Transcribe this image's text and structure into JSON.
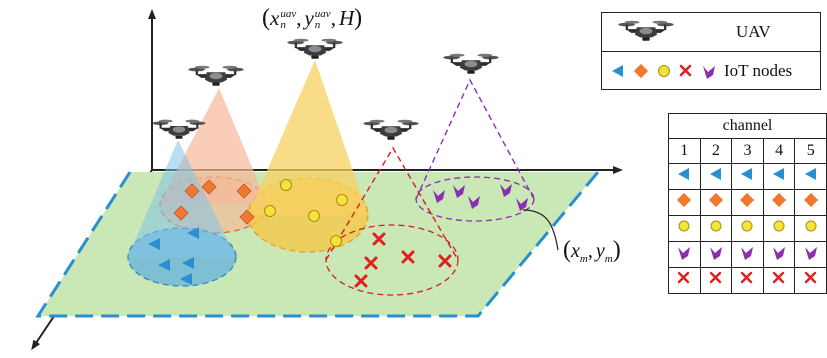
{
  "uav_position_label": {
    "x": "x",
    "x_sup": "uav",
    "x_sub": "n",
    "y": "y",
    "y_sup": "uav",
    "y_sub": "n",
    "h": "H"
  },
  "ground_node_label": {
    "x": "x",
    "x_sub": "m",
    "y": "y",
    "y_sub": "m"
  },
  "legend": {
    "uav_label": "UAV",
    "iot_label": "IoT nodes",
    "iot_icons": [
      "blue-triangle",
      "orange-diamond",
      "yellow-circle",
      "red-cross",
      "purple-chevron"
    ]
  },
  "channel_table": {
    "title": "channel",
    "columns": [
      "1",
      "2",
      "3",
      "4",
      "5"
    ],
    "rows": [
      "blue-triangle",
      "orange-diamond",
      "yellow-circle",
      "purple-chevron",
      "red-cross"
    ]
  },
  "colors": {
    "ground_plane": "#c9e8b6",
    "ground_border": "#2a8fd0",
    "blue_node": "#2a8fd0",
    "orange_node": "#f07830",
    "yellow_node": "#f2e43a",
    "red_node": "#e02020",
    "purple_node": "#8a2fb0",
    "blue_beam": "#7fc3e8",
    "orange_beam": "#f6b89a",
    "yellow_beam": "#f7d060"
  }
}
